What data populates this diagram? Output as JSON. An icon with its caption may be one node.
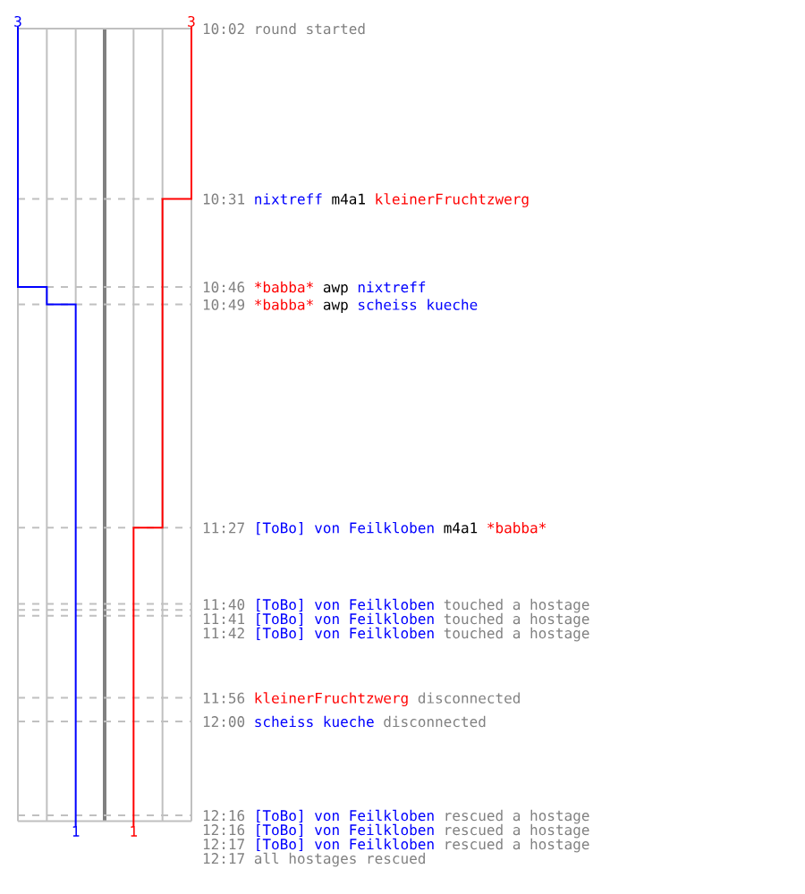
{
  "diagram": {
    "labels": [
      "3",
      "3",
      "10:02",
      "round started",
      "10:31",
      "nixtreff",
      "m4a1",
      "kleinerFruchtzwerg",
      "10:46",
      "*",
      "babba",
      "*",
      "awp",
      "nixtreff",
      "10:49",
      "*",
      "babba",
      "*",
      "awp",
      "scheiss kueche",
      "11:27",
      "[ToBo] von Feilkloben",
      "m4a1",
      "*",
      "babba",
      "*",
      "11:40",
      "[ToBo] von Feilkloben",
      "touched a hostage",
      "11:41",
      "[ToBo] von Feilkloben",
      "touched a hostage",
      "11:42",
      "[ToBo] von Feilkloben",
      "touched a hostage",
      "11:56",
      "kleinerFruchtzwerg",
      "disconnected",
      "12:00",
      "scheiss kueche",
      "disconnected",
      "12:16",
      "[ToBo] von Feilkloben",
      "rescued a hostage",
      "1",
      "1",
      "12:16",
      "[ToBo] von Feilkloben",
      "rescued a hostage",
      "12:17",
      "[ToBo] von Feilkloben",
      "rescued a hostage",
      "12:17",
      "all hostages rescued"
    ]
  }
}
